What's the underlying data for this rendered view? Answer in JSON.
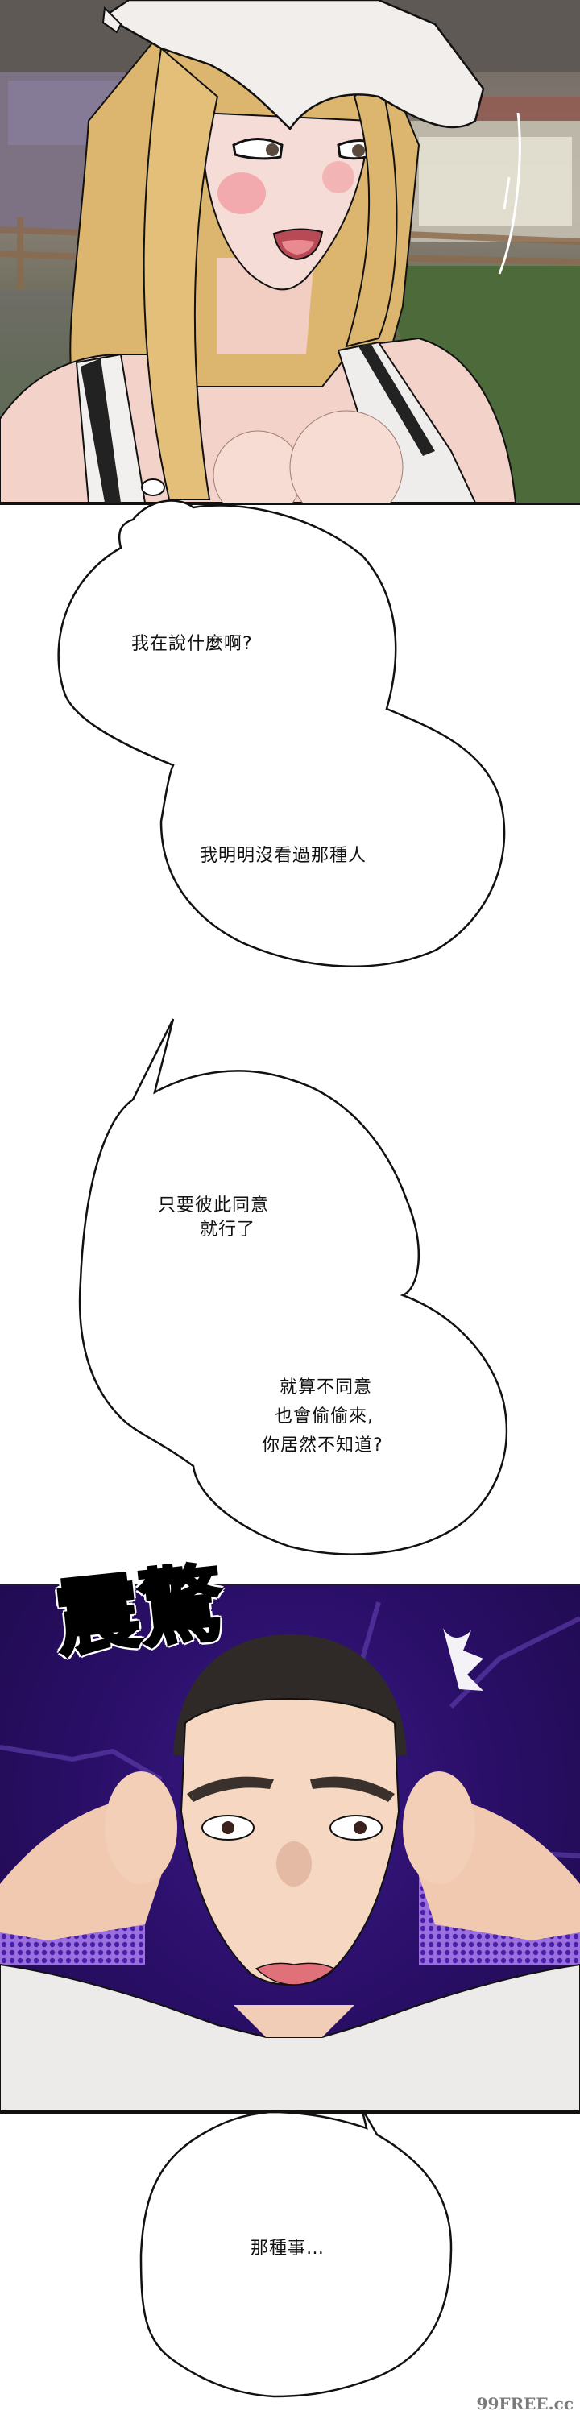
{
  "page": {
    "type": "webtoon-comic-strip",
    "background": "#ffffff",
    "language": "zh-Hant"
  },
  "panels": [
    {
      "id": "panel-1",
      "description": "Blonde woman in white cap and white tank top, blushing, mouth open, park background with building and fence",
      "colors": {
        "hair": "#e6c27a",
        "cap": "#f1eeec",
        "skin": "#f4d6cc",
        "blush": "#f08f95",
        "grass": "#4d6a3a",
        "building": "#7e7384"
      }
    },
    {
      "id": "panel-2",
      "description": "Young man with hands behind head, shocked wide-eyed expression, purple halftone background",
      "sfx": "震驚",
      "colors": {
        "background": "#2b0f6a",
        "halftone": "#7c4fd0",
        "skin": "#f4d5bd",
        "hair": "#2f2a28",
        "shirt": "#ecebea"
      }
    }
  ],
  "bubbles": [
    {
      "id": "bubble-1",
      "lines": [
        "我在說什麼啊?"
      ]
    },
    {
      "id": "bubble-1b",
      "lines": [
        "我明明沒看過那種人"
      ]
    },
    {
      "id": "bubble-2",
      "lines": [
        "只要彼此同意",
        "就行了"
      ]
    },
    {
      "id": "bubble-2b",
      "lines": [
        "就算不同意",
        "也會偷偷來,",
        "你居然不知道?"
      ]
    },
    {
      "id": "bubble-3",
      "lines": [
        "那種事…"
      ]
    }
  ],
  "watermark": "99FREE.cc"
}
